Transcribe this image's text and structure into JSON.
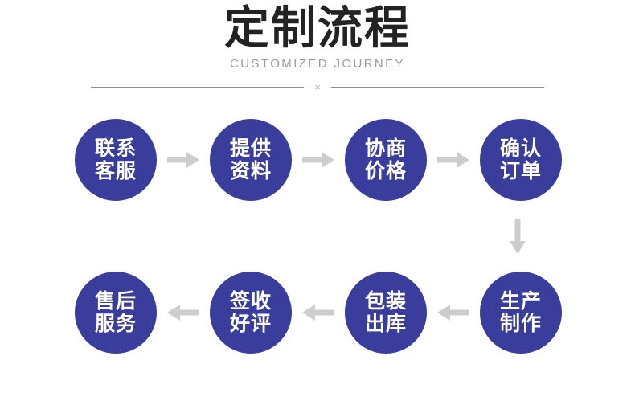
{
  "header": {
    "title": "定制流程",
    "subtitle": "CUSTOMIZED JOURNEY",
    "divider_mark": "×"
  },
  "colors": {
    "node_fill": "#3a3d9c",
    "node_text": "#ffffff",
    "arrow": "#cdcdcd",
    "title_text": "#232323",
    "subtitle_text": "#9b9b9b",
    "divider_rule": "#8c8c8c",
    "background": "#ffffff"
  },
  "flow": {
    "top_row": [
      {
        "line1": "联系",
        "line2": "客服"
      },
      {
        "line1": "提供",
        "line2": "资料"
      },
      {
        "line1": "协商",
        "line2": "价格"
      },
      {
        "line1": "确认",
        "line2": "订单"
      }
    ],
    "bottom_row": [
      {
        "line1": "售后",
        "line2": "服务"
      },
      {
        "line1": "签收",
        "line2": "好评"
      },
      {
        "line1": "包装",
        "line2": "出库"
      },
      {
        "line1": "生产",
        "line2": "制作"
      }
    ],
    "top_arrow_direction": "right",
    "bottom_arrow_direction": "left",
    "vertical_arrow_direction": "down"
  }
}
